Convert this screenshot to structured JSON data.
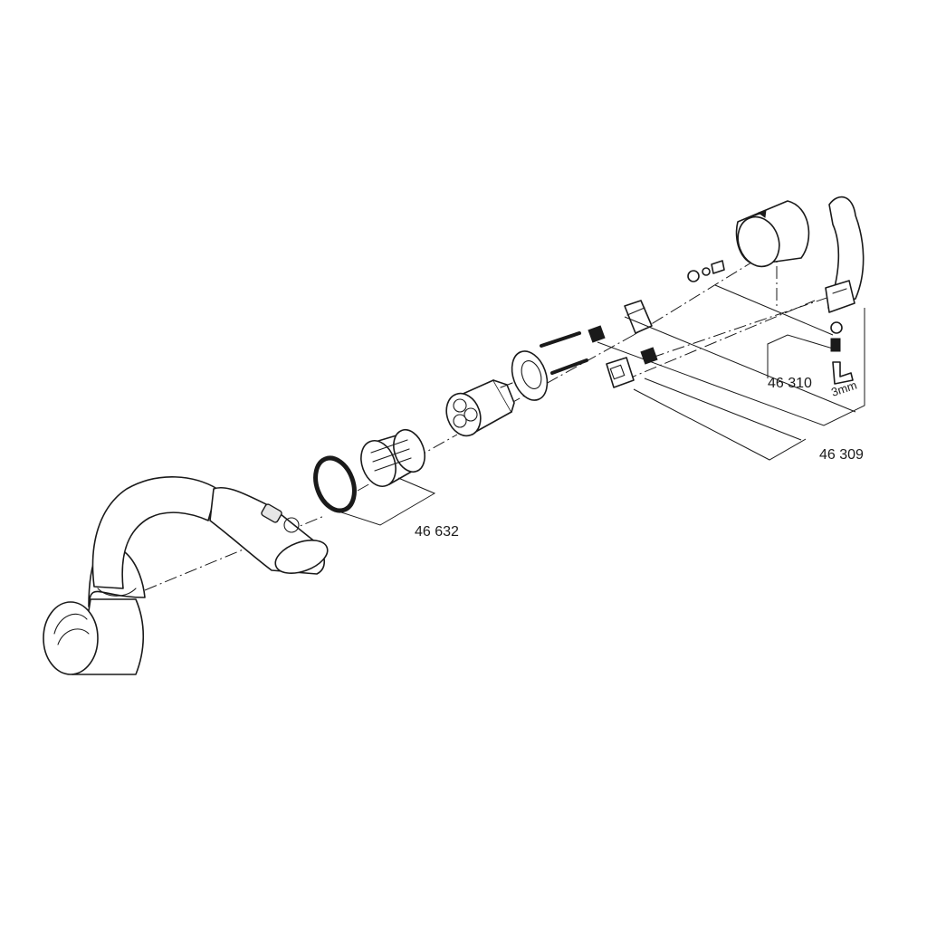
{
  "labels": {
    "seal_set": "46 632",
    "cartridge_set": "46 309",
    "lever_set": "46 310",
    "hex_key": "3mm"
  }
}
